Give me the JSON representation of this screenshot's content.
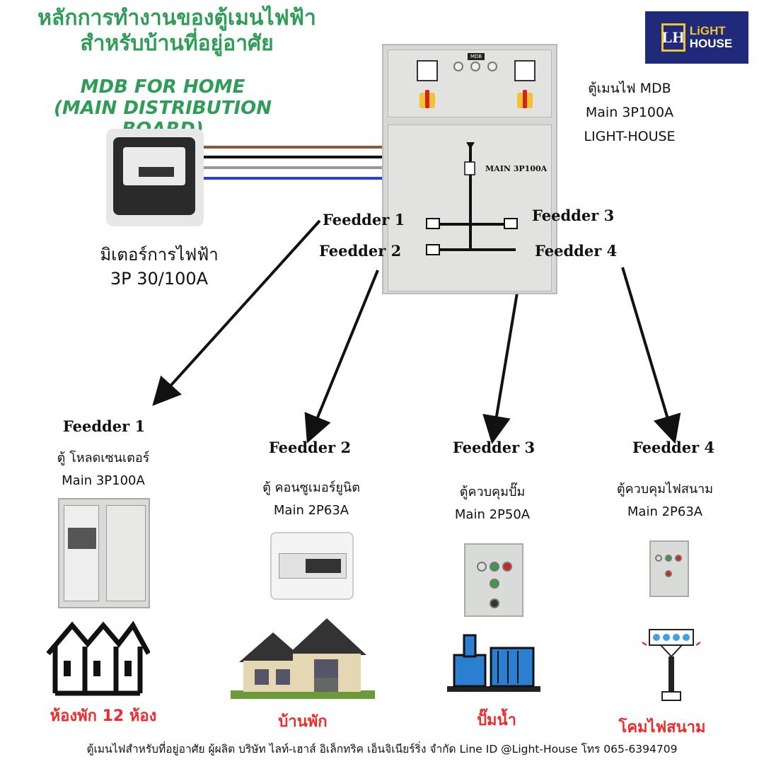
{
  "title": "หลักการทำงานของตู้เมนไฟฟ้า สำหรับบ้านที่อยู่อาศัย",
  "subtitle_line1": "MDB FOR HOME",
  "subtitle_line2": "(MAIN DISTRIBUTION BOARD)",
  "logo": {
    "line1": "LiGHT",
    "line2": "HOUSE",
    "mark": "LH"
  },
  "meter": {
    "label_line1": "มิเตอร์การไฟฟ้า",
    "label_line2": "3P 30/100A"
  },
  "mdb": {
    "tag": "MDB",
    "main_label": "MAIN 3P100A",
    "desc_line1": "ตู้เมนไฟ MDB",
    "desc_line2": "Main 3P100A",
    "desc_line3": "LIGHT-HOUSE"
  },
  "feeder_labels": [
    "Feedder 1",
    "Feedder 2",
    "Feedder 3",
    "Feedder 4"
  ],
  "columns": [
    {
      "head": "Feedder 1",
      "sub1": "ตู้ โหลดเซนเตอร์",
      "sub2": "Main 3P100A",
      "caption": "ห้องพัก 12 ห้อง"
    },
    {
      "head": "Feedder 2",
      "sub1": "ตู้ คอนซูเมอร์ยูนิต",
      "sub2": "Main 2P63A",
      "caption": "บ้านพัก"
    },
    {
      "head": "Feedder 3",
      "sub1": "ตู้ควบคุมปั๊ม",
      "sub2": "Main 2P50A",
      "caption": "ปั๊มน้ำ"
    },
    {
      "head": "Feedder 4",
      "sub1": "ตู้ควบคุมไฟสนาม",
      "sub2": "Main 2P63A",
      "caption": "โคมไฟสนาม"
    }
  ],
  "footer": "ตู้เมนไฟสำหรับที่อยู่อาศัย ผู้ผลิต บริษัท ไลท์-เฮาส์ อิเล็กทริค เอ็นจิเนียร์ริ่ง จำกัด  Line ID @Light-House โทร 065-6394709",
  "colors": {
    "title_green": "#2e9d57",
    "caption_red": "#ee2a2a",
    "logo_navy": "#1f2a7a"
  }
}
